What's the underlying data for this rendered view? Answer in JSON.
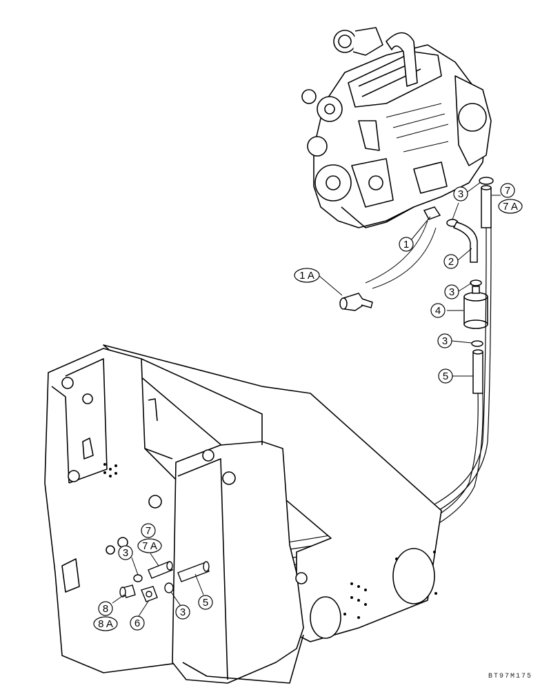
{
  "callouts": [
    {
      "id": "c1",
      "label": "1"
    },
    {
      "id": "c1a",
      "label": "1 A"
    },
    {
      "id": "c2",
      "label": "2"
    },
    {
      "id": "c3a",
      "label": "3"
    },
    {
      "id": "c3b",
      "label": "3"
    },
    {
      "id": "c3c",
      "label": "3"
    },
    {
      "id": "c3d",
      "label": "3"
    },
    {
      "id": "c3e",
      "label": "3"
    },
    {
      "id": "c4",
      "label": "4"
    },
    {
      "id": "c5a",
      "label": "5"
    },
    {
      "id": "c5b",
      "label": "5"
    },
    {
      "id": "c6",
      "label": "6"
    },
    {
      "id": "c7a",
      "label": "7"
    },
    {
      "id": "c7b",
      "label": "7 A"
    },
    {
      "id": "c7c",
      "label": "7"
    },
    {
      "id": "c7d",
      "label": "7 A"
    },
    {
      "id": "c8",
      "label": "8"
    },
    {
      "id": "c8a",
      "label": "8 A"
    }
  ],
  "reference_code": "BT97M175"
}
